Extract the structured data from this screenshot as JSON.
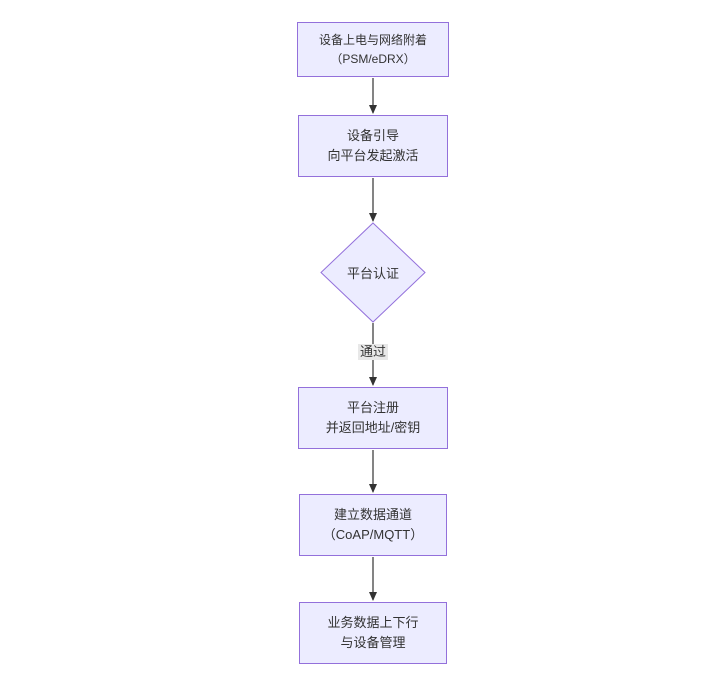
{
  "diagram": {
    "type": "flowchart",
    "direction": "top-down",
    "nodes": [
      {
        "id": "A",
        "shape": "rect",
        "lines": [
          "设备上电与网络附着",
          "（PSM/eDRX）"
        ]
      },
      {
        "id": "B",
        "shape": "rect",
        "lines": [
          "设备引导",
          "向平台发起激活"
        ]
      },
      {
        "id": "C",
        "shape": "diamond",
        "lines": [
          "平台认证"
        ]
      },
      {
        "id": "D",
        "shape": "rect",
        "lines": [
          "平台注册",
          "并返回地址/密钥"
        ]
      },
      {
        "id": "E",
        "shape": "rect",
        "lines": [
          "建立数据通道",
          "（CoAP/MQTT）"
        ]
      },
      {
        "id": "F",
        "shape": "rect",
        "lines": [
          "业务数据上下行",
          "与设备管理"
        ]
      }
    ],
    "edges": [
      {
        "from": "A",
        "to": "B",
        "label": ""
      },
      {
        "from": "B",
        "to": "C",
        "label": ""
      },
      {
        "from": "C",
        "to": "D",
        "label": "通过"
      },
      {
        "from": "D",
        "to": "E",
        "label": ""
      },
      {
        "from": "E",
        "to": "F",
        "label": ""
      }
    ],
    "colors": {
      "node_fill": "#ECECFF",
      "node_border": "#9370DB",
      "edge_stroke": "#333333",
      "edge_label_bg": "#e8e8e8",
      "text": "#333333",
      "background": "#ffffff"
    }
  }
}
